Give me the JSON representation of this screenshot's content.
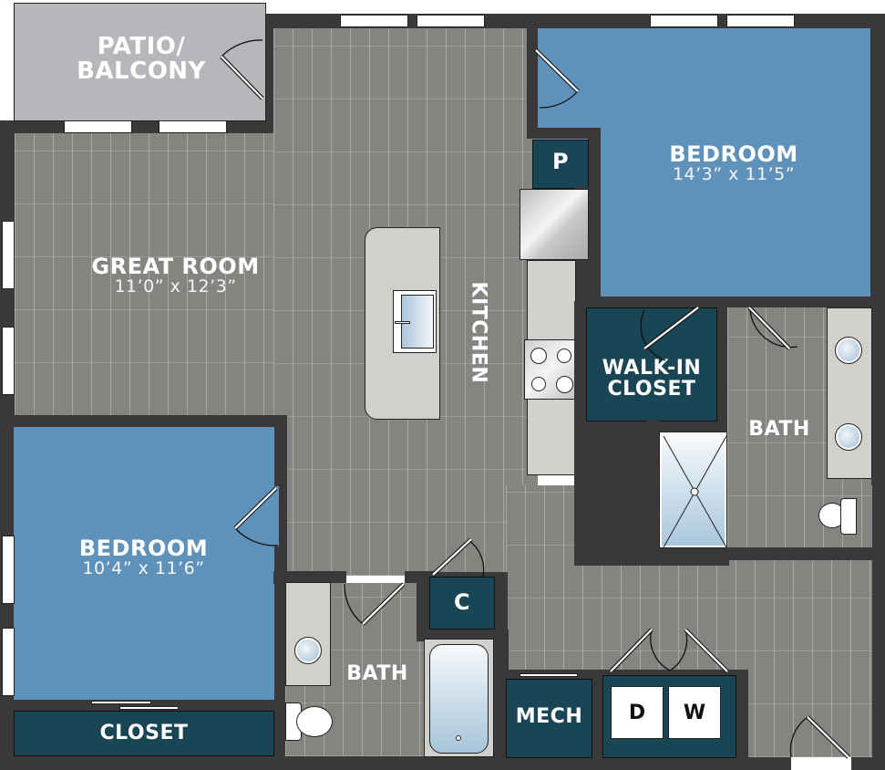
{
  "plan": {
    "rooms": [
      {
        "id": "patio",
        "name": "PATIO/\nBALCONY",
        "line1": "PATIO/",
        "line2": "BALCONY"
      },
      {
        "id": "great-room",
        "name": "GREAT ROOM",
        "dimensions": "11’0” x 12’3”"
      },
      {
        "id": "kitchen",
        "name": "KITCHEN"
      },
      {
        "id": "bedroom-1",
        "name": "BEDROOM",
        "dimensions": "14’3” x 11’5”"
      },
      {
        "id": "walk-in-closet",
        "name": "WALK-IN CLOSET",
        "line1": "WALK-IN",
        "line2": "CLOSET"
      },
      {
        "id": "bath-1",
        "name": "BATH"
      },
      {
        "id": "bedroom-2",
        "name": "BEDROOM",
        "dimensions": "10’4” x 11’6”"
      },
      {
        "id": "closet",
        "name": "CLOSET"
      },
      {
        "id": "bath-2",
        "name": "BATH"
      },
      {
        "id": "coat-closet",
        "name": "C"
      },
      {
        "id": "pantry",
        "name": "P"
      },
      {
        "id": "mech",
        "name": "MECH"
      }
    ],
    "appliances": {
      "dryer": "D",
      "washer": "W"
    },
    "colors": {
      "wall": "#3a3839",
      "floor": "#858480",
      "bedroom": "#5f92bb",
      "closet": "#1a4554",
      "patio": "#b6b7ba",
      "counter": "#d2d0cc"
    }
  }
}
